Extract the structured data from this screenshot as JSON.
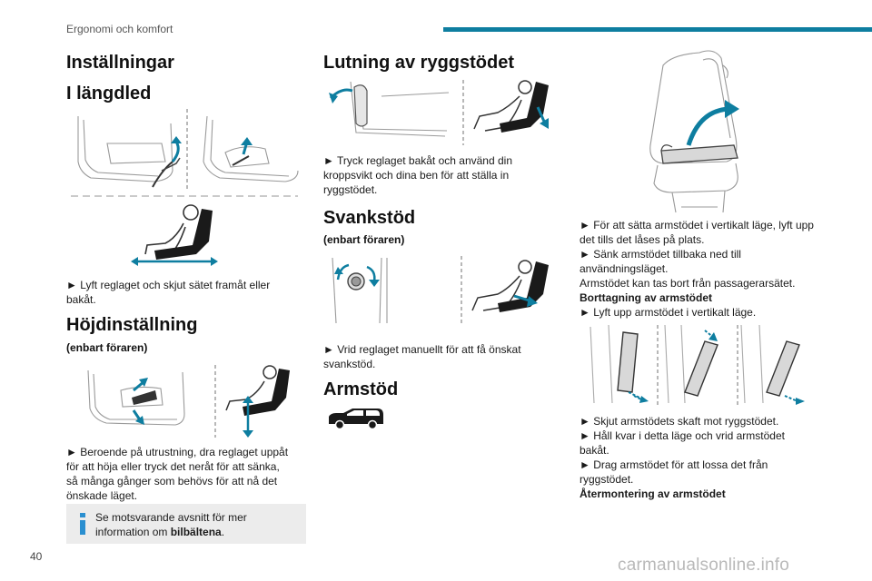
{
  "header": {
    "section_title": "Ergonomi och komfort"
  },
  "page_number": "40",
  "watermark": "carmanualsonline.info",
  "left": {
    "heading_settings": "Inställningar",
    "heading_longitudinal": "I längdled",
    "longitudinal_step": "► Lyft reglaget och skjut sätet framåt eller bakåt.",
    "longitudinal_step_lines": [
      "► Lyft reglaget och skjut sätet framåt eller",
      "bakåt."
    ],
    "heading_height": "Höjdinställning",
    "height_sub": "(enbart föraren)",
    "height_step_lines": [
      "► Beroende på utrustning, dra reglaget uppåt",
      "för att höja eller tryck det neråt för att sänka,",
      "så många gånger som behövs för att nå det",
      "önskade läget."
    ],
    "info_line1": "Se motsvarande avsnitt för mer",
    "info_line2_prefix": "information om ",
    "info_line2_bold": "bilbältena",
    "info_line2_suffix": "."
  },
  "middle": {
    "heading_backrest": "Lutning av ryggstödet",
    "backrest_lines": [
      "► Tryck reglaget bakåt och använd din",
      "kroppsvikt och dina ben för att ställa in",
      "ryggstödet."
    ],
    "heading_lumbar": "Svankstöd",
    "lumbar_sub": "(enbart föraren)",
    "lumbar_lines": [
      "► Vrid reglaget manuellt för att få önskat",
      "svankstöd."
    ],
    "heading_armrest": "Armstöd"
  },
  "right": {
    "armrest_lines": [
      "► För att sätta armstödet i vertikalt läge, lyft upp",
      "det tills det låses på plats.",
      "► Sänk armstödet tillbaka ned till",
      "användningsläget.",
      "Armstödet kan tas bort från passagerarsätet."
    ],
    "removal_heading": "Borttagning av armstödet",
    "removal_step": "► Lyft upp armstödet i vertikalt läge.",
    "removal_lines": [
      "► Skjut armstödets skaft mot ryggstödet.",
      "► Håll kvar i detta läge och vrid armstödet",
      "bakåt.",
      "► Drag armstödet för att lossa det från",
      "ryggstödet."
    ],
    "refit_heading": "Återmontering av armstödet"
  },
  "colors": {
    "accent": "#0e7ea0",
    "info_icon": "#2a8fd0",
    "info_bg": "#ececec"
  }
}
